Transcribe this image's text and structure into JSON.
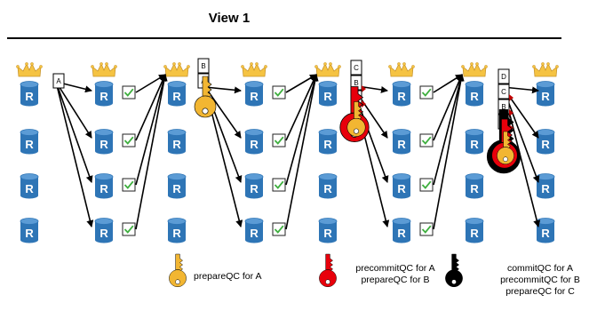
{
  "title": "View 1",
  "replica_label": "R",
  "blocks": {
    "step1": [
      "A"
    ],
    "step3": [
      "B",
      "A"
    ],
    "step5": [
      "C",
      "B",
      "A"
    ],
    "step7": [
      "D",
      "C",
      "B",
      "A"
    ]
  },
  "legend": {
    "prepare": [
      "prepareQC for A"
    ],
    "precommit": [
      "precommitQC for A",
      "prepareQC for B"
    ],
    "commit": [
      "commitQC for A",
      "precommitQC for B",
      "prepareQC for C"
    ]
  },
  "colors": {
    "replica": "#2E75B6",
    "crown": "#F5C342",
    "key_gold": "#F2B632",
    "key_red": "#E8000B",
    "key_black": "#000000",
    "check": "#3FAF3F",
    "block_red": "#C00000"
  }
}
